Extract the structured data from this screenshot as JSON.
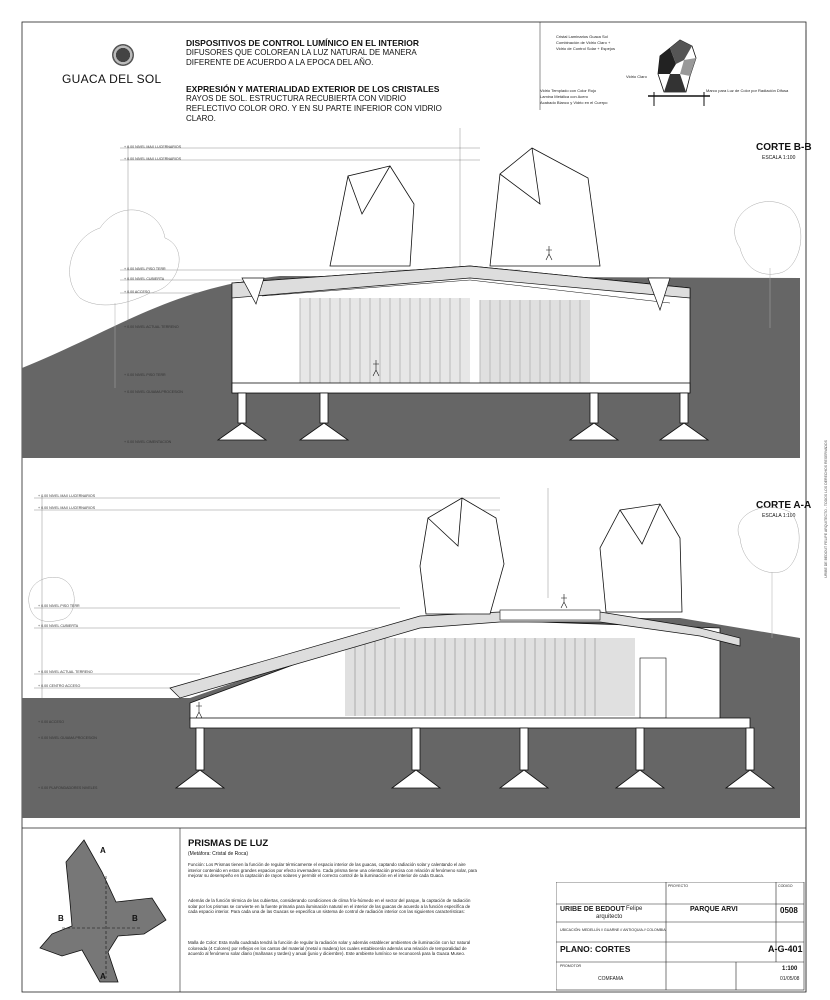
{
  "project": {
    "name": "GUACA DEL SOL"
  },
  "header": {
    "title1": "DISPOSITIVOS DE CONTROL LUMÍNICO EN EL INTERIOR",
    "sub1": "DIFUSORES QUE COLOREAN LA LUZ NATURAL DE MANERA DIFERENTE DE ACUERDO A LA EPOCA DEL AÑO.",
    "title2": "EXPRESIÓN Y MATERIALIDAD EXTERIOR DE LOS CRISTALES",
    "sub2": "RAYOS DE SOL. ESTRUCTURA RECUBIERTA CON VIDRIO REFLECTIVO COLOR ORO. Y EN SU PARTE INFERIOR CON VIDRIO CLARO."
  },
  "legend": {
    "items": [
      "Cristal Laminarios Guaca Sol",
      "Combinación de Vidrio Claro +",
      "Vidrio de Control Solar + Espejos",
      "Espejos",
      "Vidrio Claro",
      "Vidrio Templado con Color Rojo",
      "Lamina Metálica con Acero",
      "Acabado Blanco y Vidrio en el Cuerpo"
    ],
    "right_note": "Marco para Luz de Color por Radiación Difusa"
  },
  "sections": [
    {
      "title": "CORTE B-B",
      "scale": "ESCALA 1:100"
    },
    {
      "title": "CORTE A-A",
      "scale": "ESCALA 1:100"
    }
  ],
  "levels": {
    "bb": [
      "+ 0.00 NIVEL MAX LUCERNARIOS",
      "+ 0.00 NIVEL MAX LUCERNARIOS",
      "+ 0.00 NIVEL PISO TERR",
      "+ 0.00 NIVEL CUBIERTA",
      "+ 0.00 ACCESO",
      "+ 0.00 NIVEL ACTUAL TERRENO",
      "+ 0.00 NIVEL PISO TERR",
      "+ 0.00 NIVEL GUIAMA PROCESION",
      "+ 0.00 NIVEL CIMENTACION"
    ],
    "aa": [
      "+ 0.00 NIVEL MAX LUCERNARIOS",
      "+ 0.00 NIVEL MAX LUCERNARIOS",
      "+ 0.00 NIVEL PISO TERR",
      "+ 0.00 NIVEL CUBIERTA",
      "+ 0.00 NIVEL ACTUAL TERRENO",
      "+ 0.00 CENTRO ACCESO",
      "+ 0.00 ACCESO",
      "+ 0.00 NIVEL GUIAMA PROCESION",
      "+ 0.00 PLAFONDADORES NIVELES"
    ]
  },
  "prismas": {
    "title": "PRISMAS DE LUZ",
    "subtitle": "(Metáfora: Cristal de Roca)",
    "p1": "Función: Los Prismas tienen la función de regular térmicamente el espacio interior de las guacas, captando radiación solar y calentando el aire interior contenido en estos grandes espacios por efecto invernadero. Cada prisma tiene una orientación precisa con relación al fenómeno solar, para mejorar su desempeño en la captación de rayos solares y permitir el correcto control de la iluminación en el interior de cada Guaca.",
    "p2": "Además de la función térmica de las cubiertas, considerando condiciones de clima frío-húmedo en el sector del parque, la captación de radiación solar por los prismas se convierte en la fuente primaria para iluminación natural en el interior de las guacas de acuerdo a la función específica de cada espacio interior. Para cada una de las Guacas se especifica un sistema de control de radiación interior con las siguientes características:",
    "p3": "Malla de Color: Esta malla cuadrada tendrá la función de regular la radiación solar y además establecer ambientes de iluminación con luz natural coloreada (4 Colores) por reflejos en los cantos del material (metal o madera) los cuales establecerán además una relación de temporalidad de acuerdo al fenómeno solar diario (mañanas y tardes) y anual (junio y diciembre). Este ambiente lumínico se reconocerá para la Guaca Museo."
  },
  "plan_marks": [
    "B",
    "B",
    "A",
    "A"
  ],
  "title_block": {
    "office": "URIBE DE BEDOUT",
    "office_name": "Felipe",
    "office_sub": "arquitecto",
    "proyecto_label": "PROYECTO",
    "proyecto": "PARQUE ARVI",
    "codigo_label": "CODIGO",
    "codigo": "0508",
    "ubicacion": "UBICACIÓN: MEDELLÍN // GUARNE // ANTIOQUIA // COLOMBIA",
    "plano": "PLANO: CORTES",
    "plano_code": "A-G-401",
    "promotor_label": "PROMOTOR",
    "promotor": "COMFAMA",
    "escala": "1:100",
    "fecha": "01/05/08"
  },
  "vertical_note": "URIBE DE BEDOUT FELIPE ARQUITECTO - TODOS LOS DERECHOS RESERVADOS"
}
